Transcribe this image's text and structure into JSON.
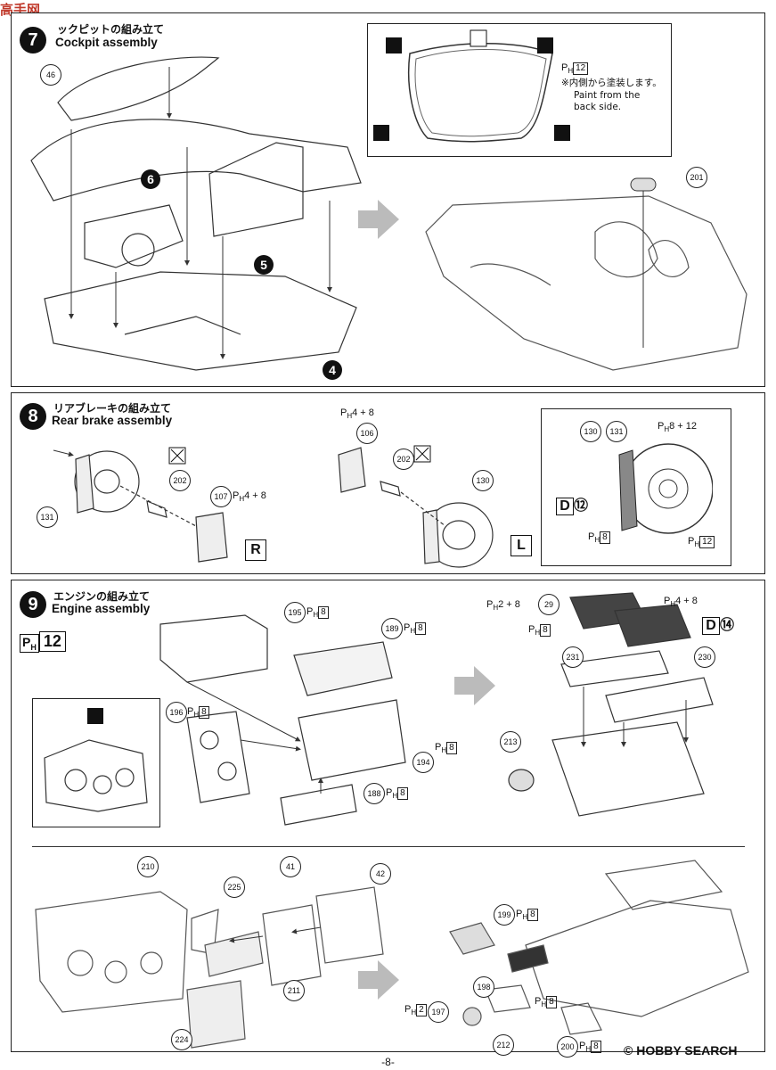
{
  "site_logo": "高手网",
  "steps": [
    {
      "number": "7",
      "jp_title": "ックピットの組み立て",
      "en_title": "Cockpit assembly",
      "callouts": [
        "46",
        "201"
      ],
      "big_callouts": [
        "6",
        "5",
        "4"
      ],
      "paint": "P",
      "paint_sub": "H",
      "paint_code": "12",
      "note_jp": "※内側から塗装します。",
      "note_en_1": "Paint from the",
      "note_en_2": "back side."
    },
    {
      "number": "8",
      "jp_title": "リアブレーキの組み立て",
      "en_title": "Rear brake assembly",
      "callouts": [
        "131",
        "202",
        "107",
        "106",
        "202",
        "130",
        "130",
        "131"
      ],
      "paint_107": "4 + 8",
      "paint_106": "4 + 8",
      "paint_130_a": "8 + 12",
      "paint_130_b": "8",
      "paint_131": "12",
      "decal": "D",
      "decal_num": "⑫",
      "letter_r": "R",
      "letter_l": "L"
    },
    {
      "number": "9",
      "jp_title": "エンジンの組み立て",
      "en_title": "Engine assembly",
      "badge_ph": "P",
      "badge_sub": "H",
      "badge_code": "12",
      "callouts": [
        "195",
        "189",
        "196",
        "194",
        "188",
        "231",
        "230",
        "213",
        "29",
        "210",
        "225",
        "41",
        "42",
        "211",
        "224",
        "199",
        "198",
        "197",
        "212",
        "200"
      ],
      "paint_195": "8",
      "paint_189": "8",
      "paint_196": "8",
      "paint_194": "8",
      "paint_188": "8",
      "paint_29_a": "2 + 8",
      "paint_29_b": "4 + 8",
      "paint_29_c": "8",
      "decal": "D",
      "decal_num": "⑭",
      "paint_199": "8",
      "paint_198": "8",
      "paint_197": "2",
      "paint_200": "8"
    }
  ],
  "watermark": "HOBBY SEARCH",
  "page_number": "-8-"
}
